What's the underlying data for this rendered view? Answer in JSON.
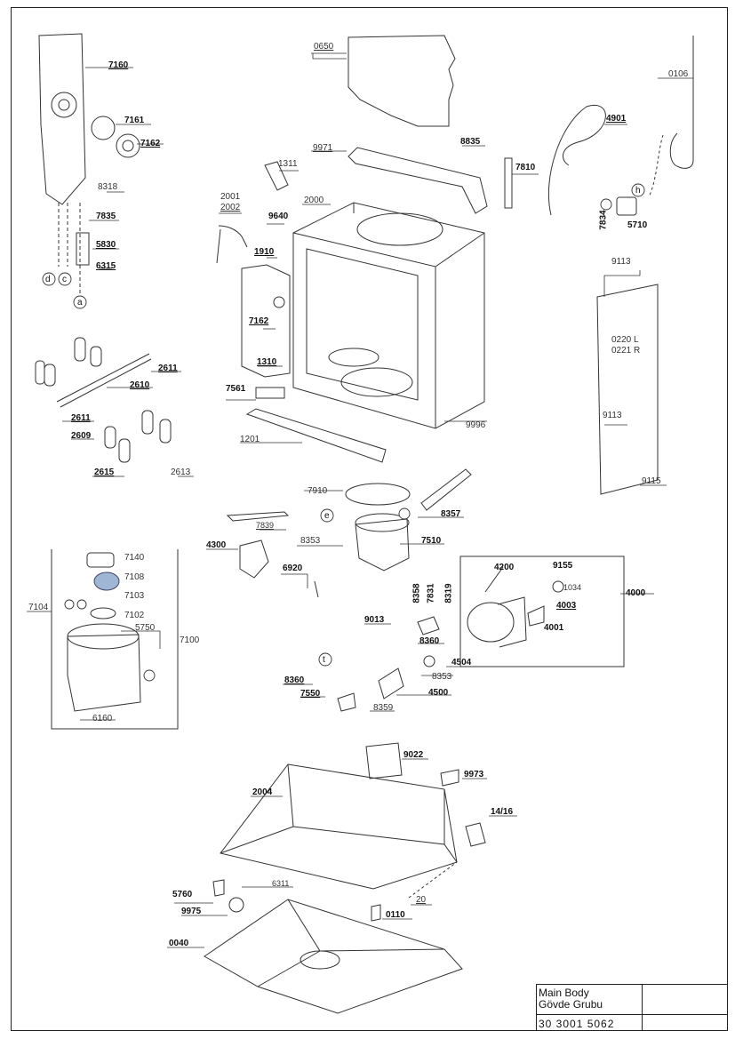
{
  "title_block": {
    "name_line_1": "Main Body",
    "name_line_2": "Gövde Grubu",
    "code": "30 3001 5062"
  },
  "callout_letters": [
    "d",
    "c",
    "a",
    "h",
    "e",
    "t"
  ],
  "part_labels": {
    "p0650": "0650",
    "p0106": "0106",
    "p7160": "7160",
    "p7161": "7161",
    "p7162a": "7162",
    "p4901": "4901",
    "p9971": "9971",
    "p8835": "8835",
    "p7810": "7810",
    "p1311": "1311",
    "p8318": "8318",
    "p2001": "2001",
    "p2002": "2002",
    "p2000": "2000",
    "p7835": "7835",
    "p9640": "9640",
    "p5830": "5830",
    "p6315": "6315",
    "p1910": "1910",
    "p7834": "7834",
    "p5710": "5710",
    "p9113a": "9113",
    "p7162b": "7162",
    "p0220": "0220 L",
    "p0221": "0221 R",
    "p1310": "1310",
    "p2611a": "2611",
    "p2610": "2610",
    "p7561": "7561",
    "p9113b": "9113",
    "p2611b": "2611",
    "p9996": "9996",
    "p2609": "2609",
    "p1201": "1201",
    "p2615": "2615",
    "p2613": "2613",
    "p9115": "9115",
    "p7910": "7910",
    "p8357": "8357",
    "p7839": "7839",
    "p4300": "4300",
    "p8353a": "8353",
    "p7510": "7510",
    "p7140": "7140",
    "p7108": "7108",
    "p6920": "6920",
    "p4200": "4200",
    "p9155": "9155",
    "p1034": "1034",
    "p4000": "4000",
    "p8358": "8358",
    "p7831": "7831",
    "p8319": "8319",
    "p7103": "7103",
    "p7104": "7104",
    "p7102": "7102",
    "p4003": "4003",
    "p9013": "9013",
    "p7750": "5750",
    "p7100": "7100",
    "p4001": "4001",
    "p8360a": "8360",
    "p4504": "4504",
    "p8353b": "8353",
    "p8360b": "8360",
    "p4500": "4500",
    "p7550": "7550",
    "p8359": "8359",
    "p6160": "6160",
    "p9022": "9022",
    "p9973": "9973",
    "p2004": "2004",
    "p1416": "14/16",
    "p6311": "6311",
    "p5760": "5760",
    "p20": "20",
    "p9975": "9975",
    "p0110": "0110",
    "p0040": "0040"
  }
}
